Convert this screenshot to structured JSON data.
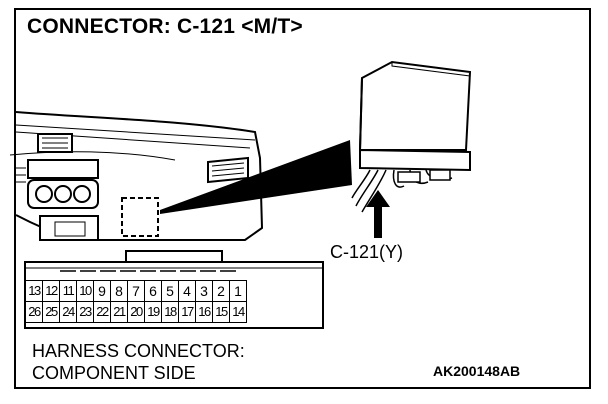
{
  "title": "CONNECTOR: C-121 <M/T>",
  "connector_label": "C-121(Y)",
  "caption": [
    "HARNESS CONNECTOR:",
    "COMPONENT SIDE"
  ],
  "figure_code": "AK200148AB",
  "pins": {
    "row1": [
      "13",
      "12",
      "11",
      "10",
      "9",
      "8",
      "7",
      "6",
      "5",
      "4",
      "3",
      "2",
      "1"
    ],
    "row2": [
      "26",
      "25",
      "24",
      "23",
      "22",
      "21",
      "20",
      "19",
      "18",
      "17",
      "16",
      "15",
      "14"
    ]
  }
}
